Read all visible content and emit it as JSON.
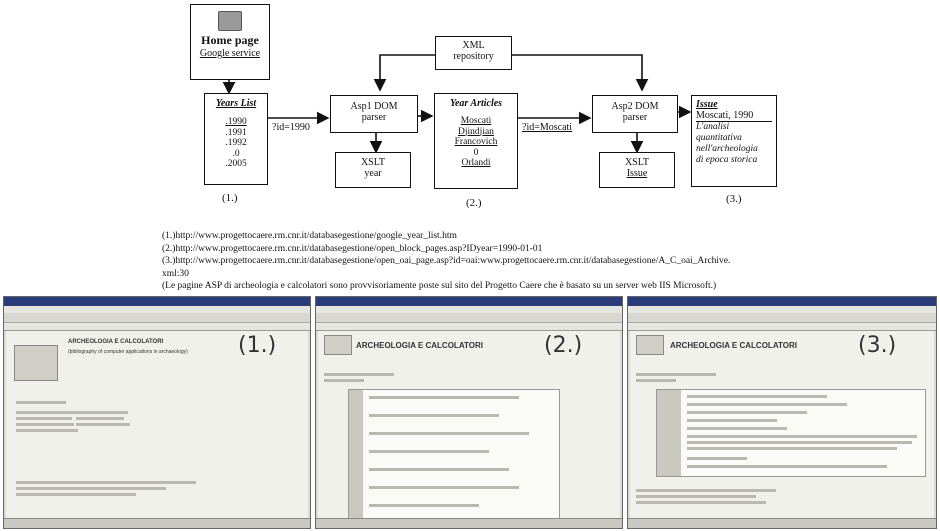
{
  "diagram": {
    "home": {
      "title": "Home page",
      "subtitle": "Google service"
    },
    "xml": {
      "title": "XML",
      "subtitle": "repository"
    },
    "years": {
      "title": "Years List",
      "items": [
        ".1990",
        ".1991",
        ".1992",
        ".0",
        ".2005"
      ],
      "step": "(1.)"
    },
    "asp1": {
      "line1": "Asp1 DOM",
      "line2": "parser"
    },
    "param1": "?id=1990",
    "xslt1": {
      "line1": "XSLT",
      "line2": "year"
    },
    "articles": {
      "title": "Year Articles",
      "items": [
        "Moscati",
        "Djindjian",
        "Francovich",
        "0",
        "Orlandi"
      ],
      "step": "(2.)"
    },
    "param2": "?id=Moscati",
    "asp2": {
      "line1": "Asp2 DOM",
      "line2": "parser"
    },
    "xslt2": {
      "line1": "XSLT",
      "line2": "Issue"
    },
    "issue": {
      "title": "Issue",
      "author": "Moscati, 1990",
      "text_lines": [
        "L'analisi",
        "quantitativa",
        "nell'archeologia",
        "di epoca storica"
      ],
      "step": "(3.)"
    }
  },
  "notes": [
    "(1.)http://www.progettocaere.rm.cnr.it/databasegestione/google_year_list.htm",
    "(2.)http://www.progettocaere.rm.cnr.it/databasegestione/open_block_pages.asp?IDyear=1990-01-01",
    "(3.)http://www.progettocaere.rm.cnr.it/databasegestione/open_oai_page.asp?id=oai:www.progettocaere.rm.cnr.it/databasegestione/A_C_oai_Archive.",
    "xml:30",
    "(Le pagine ASP di archeologia e calcolatori sono provvisoriamente poste sul sito del Progetto Caere che è basato su un server web IIS Microsoft.)"
  ],
  "screenshots": [
    {
      "label": "(1.)",
      "heading": "ARCHEOLOGIA E CALCOLATORI",
      "subheading": "(bibliography of computer applications in archaeology)"
    },
    {
      "label": "(2.)",
      "heading": "ARCHEOLOGIA E CALCOLATORI"
    },
    {
      "label": "(3.)",
      "heading": "ARCHEOLOGIA E CALCOLATORI"
    }
  ]
}
